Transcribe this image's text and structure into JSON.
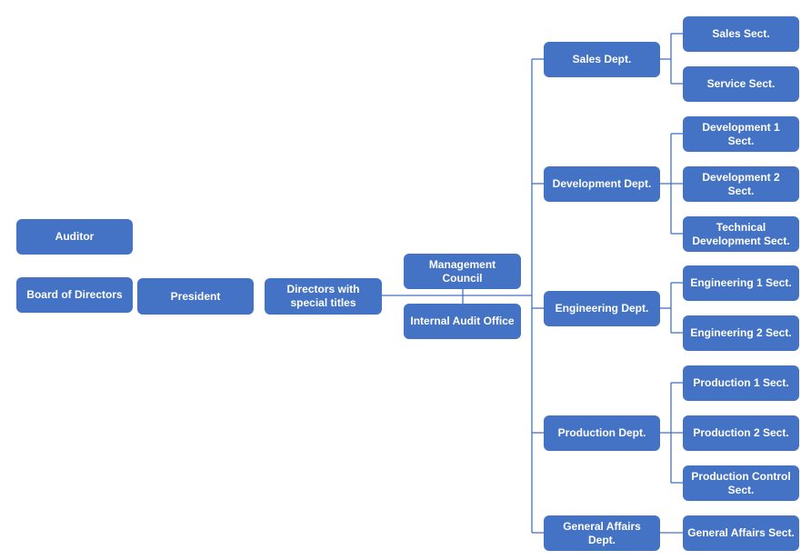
{
  "colors": {
    "box": "#4472c4",
    "line": "#4472c4",
    "text": "#ffffff"
  },
  "diagram": {
    "auditor": "Auditor",
    "board": "Board of Directors",
    "president": "President",
    "directors": "Directors with\nspecial titles",
    "management_council": "Management\nCouncil",
    "internal_audit": "Internal Audit Office",
    "departments": [
      {
        "name": "Sales Dept.",
        "sections": [
          "Sales Sect.",
          "Service Sect."
        ]
      },
      {
        "name": "Development Dept.",
        "sections": [
          "Development 1\nSect.",
          "Development 2\nSect.",
          "Technical\nDevelopment Sect."
        ]
      },
      {
        "name": "Engineering Dept.",
        "sections": [
          "Engineering 1 Sect.",
          "Engineering 2 Sect."
        ]
      },
      {
        "name": "Production Dept.",
        "sections": [
          "Production  1 Sect.",
          "Production  2 Sect.",
          "Production Control\nSect."
        ]
      },
      {
        "name": "General Affairs\nDept.",
        "sections": [
          "General Affairs Sect."
        ]
      }
    ]
  }
}
